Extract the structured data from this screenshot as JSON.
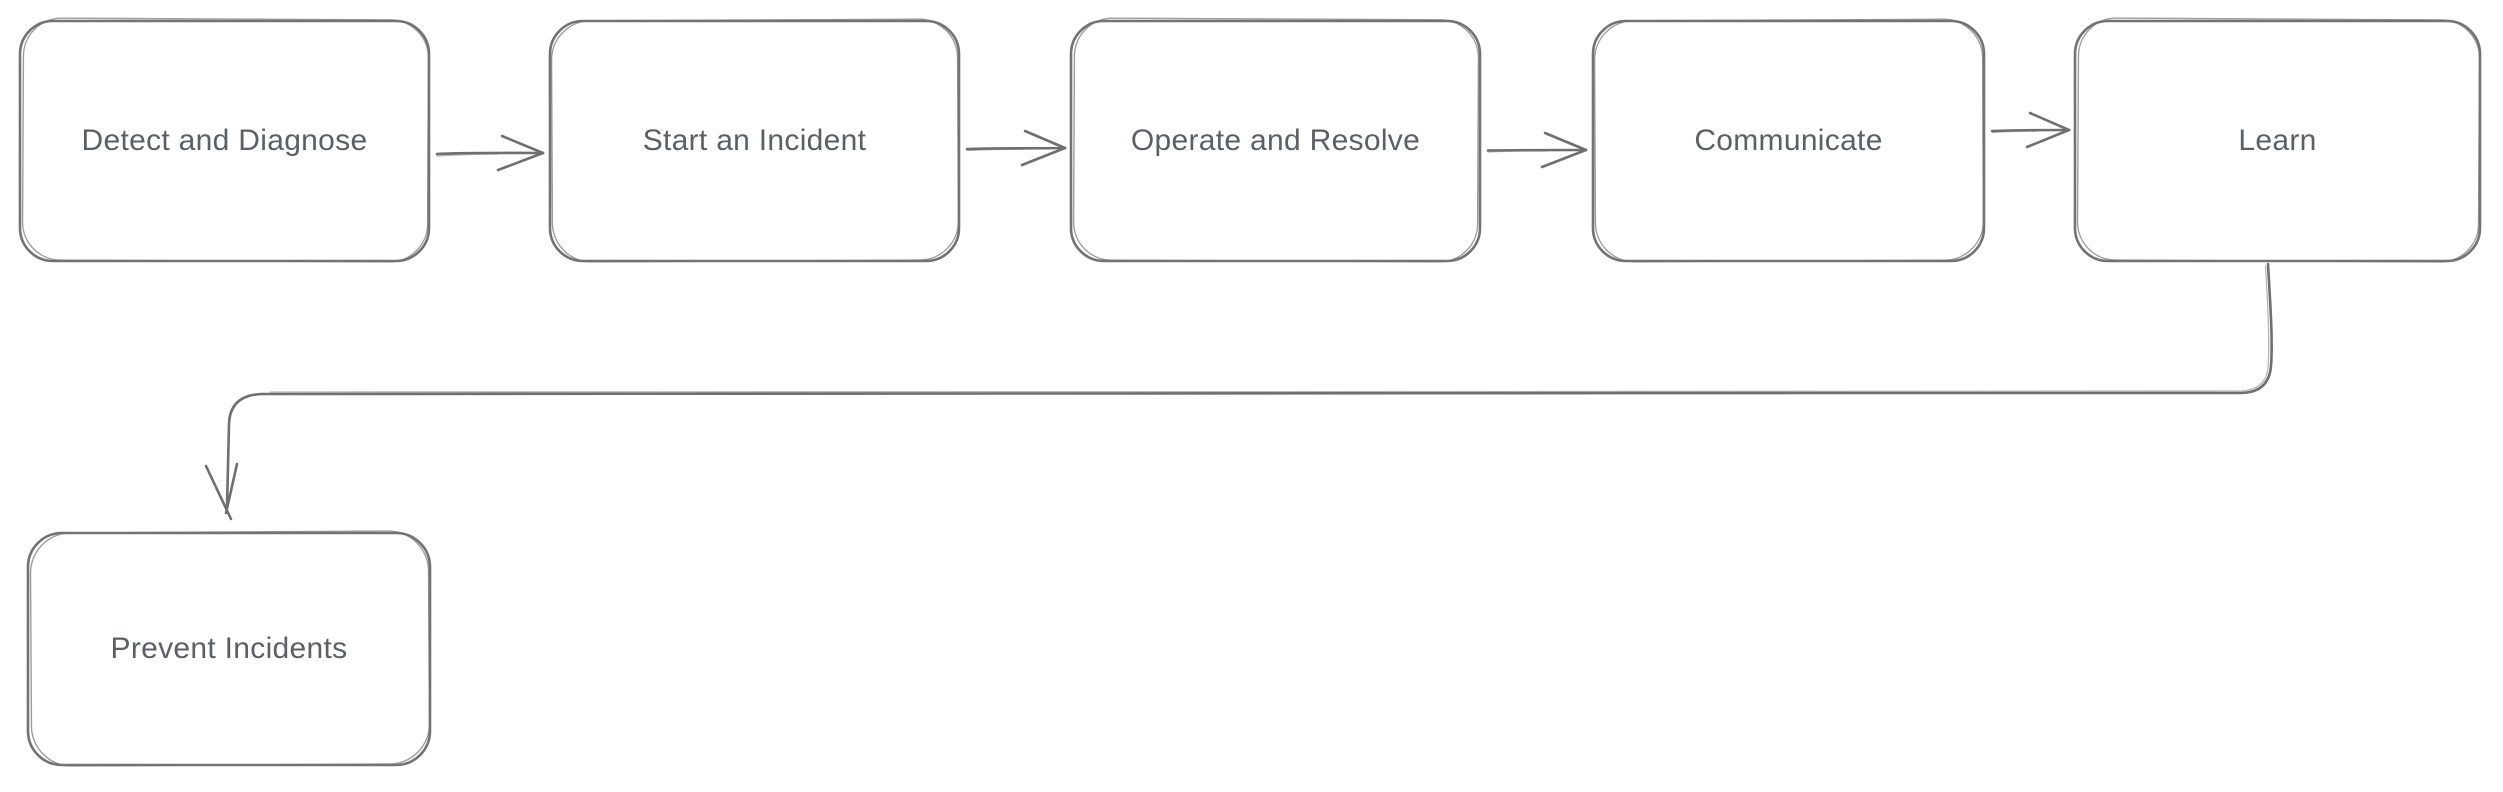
{
  "diagram": {
    "background": "#ffffff",
    "style": {
      "node_border_color": "#737373",
      "connector_color": "#6f6f6f",
      "text_color": "#5d5f66",
      "pink_fill": "#fbdade",
      "blue_fill": "#c8e2f8"
    },
    "nodes": [
      {
        "id": "detect",
        "label": "Detect and Diagnose",
        "fill_hex": "#fbdade",
        "shape": "rounded-rectangle"
      },
      {
        "id": "start",
        "label": "Start an Incident",
        "fill_hex": "#fbdade",
        "shape": "rounded-rectangle"
      },
      {
        "id": "operate",
        "label": "Operate and Resolve",
        "fill_hex": "#fbdade",
        "shape": "rounded-rectangle"
      },
      {
        "id": "communicate",
        "label": "Communicate",
        "fill_hex": "#fbdade",
        "shape": "rounded-rectangle"
      },
      {
        "id": "learn",
        "label": "Learn",
        "fill_hex": "#fbdade",
        "shape": "rounded-rectangle"
      },
      {
        "id": "prevent",
        "label": "Prevent Incidents",
        "fill_hex": "#c8e2f8",
        "shape": "rounded-rectangle"
      }
    ],
    "edges": [
      {
        "from": "detect",
        "to": "start",
        "type": "arrow-right"
      },
      {
        "from": "start",
        "to": "operate",
        "type": "arrow-right"
      },
      {
        "from": "operate",
        "to": "communicate",
        "type": "arrow-right"
      },
      {
        "from": "communicate",
        "to": "learn",
        "type": "arrow-right"
      },
      {
        "from": "learn",
        "to": "prevent",
        "type": "elbow-arrow-down-left-down"
      }
    ]
  }
}
